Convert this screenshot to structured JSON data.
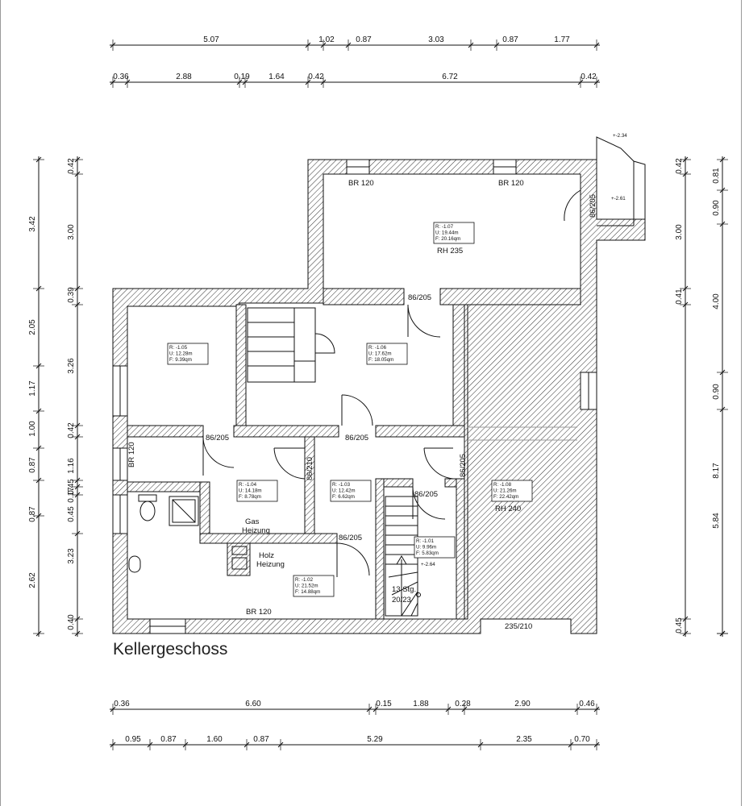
{
  "title": "Kellergeschoss",
  "dims": {
    "top1": [
      "5.07",
      "1.02",
      "0.87",
      "3.03",
      "0.87",
      "1.77"
    ],
    "top2": [
      "0.36",
      "2.88",
      "0.19",
      "1.64",
      "0.42",
      "6.72",
      "0.42"
    ],
    "bottom1": [
      "0.36",
      "6.60",
      "0.15",
      "1.88",
      "0.28",
      "2.90",
      "0.46"
    ],
    "bottom2": [
      "0.95",
      "0.87",
      "1.60",
      "0.87",
      "5.29",
      "2.35",
      "0.70"
    ],
    "left_outer": [
      "3.42",
      "2.05",
      "1.17",
      "1.00",
      "0.87",
      "0.87",
      "2.62"
    ],
    "left_inner": [
      "0.42",
      "3.00",
      "0.39",
      "3.26",
      "0.42",
      "1.16",
      "0.45",
      "0.17",
      "0.45",
      "3.23",
      "0.40"
    ],
    "right_outer": [
      "0.81",
      "0.90",
      "4.00",
      "0.90",
      "8.17",
      "5.84"
    ],
    "right_inner": [
      "0.42",
      "3.00",
      "0.41",
      "0.45"
    ]
  },
  "rooms": [
    {
      "id": "r107",
      "r": "R:  -1.07",
      "u": "U:  19.44m",
      "f": "F:  20.16qm",
      "extra": "RH  235"
    },
    {
      "id": "r105",
      "r": "R:  -1.05",
      "u": "U:  12.28m",
      "f": "F:   9.39qm",
      "extra": ""
    },
    {
      "id": "r106",
      "r": "R:  -1.06",
      "u": "U:  17.62m",
      "f": "F:  18.05qm",
      "extra": ""
    },
    {
      "id": "r104",
      "r": "R:  -1.04",
      "u": "U:  14.18m",
      "f": "F:   8.78qm",
      "extra": ""
    },
    {
      "id": "r103",
      "r": "R:  -1.03",
      "u": "U:  12.42m",
      "f": "F:   6.62qm",
      "extra": ""
    },
    {
      "id": "r108",
      "r": "R:  -1.08",
      "u": "U:  21.26m",
      "f": "F:  22.42qm",
      "extra": "RH  240"
    },
    {
      "id": "r101",
      "r": "R:  -1.01",
      "u": "U:   9.96m",
      "f": "F:   5.83qm",
      "extra": ""
    },
    {
      "id": "r102",
      "r": "R:  -1.02",
      "u": "U:  21.52m",
      "f": "F:  14.88qm",
      "extra": ""
    }
  ],
  "labels": {
    "br1": "BR  120",
    "br2": "BR  120",
    "br3": "BR  120",
    "br4": "BR 120",
    "d1": "86/205",
    "d2": "86/205",
    "d3": "86/205",
    "d4": "86/205",
    "d5": "86/205",
    "d6": "86/210",
    "d7": "86/205",
    "d8": "86/205",
    "garage": "235/210",
    "gas1": "Gas",
    "gas2": "Heizung",
    "holz1": "Holz",
    "holz2": "Heizung",
    "stair1": "13  Stg.",
    "stair2": "20/23",
    "lvl1": "+-2.34",
    "lvl2": "+-2.61",
    "lvl3": "+-2.64"
  }
}
